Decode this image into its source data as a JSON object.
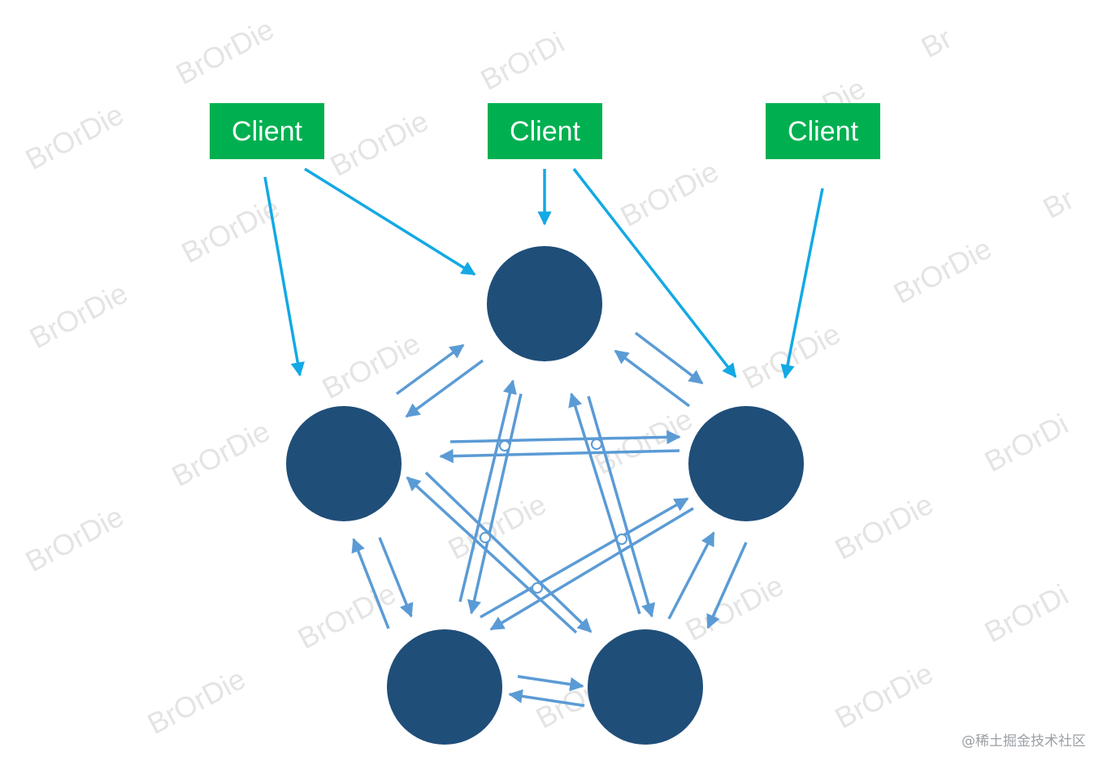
{
  "clients": [
    {
      "label": "Client"
    },
    {
      "label": "Client"
    },
    {
      "label": "Client"
    }
  ],
  "nodes": [
    {
      "id": "top"
    },
    {
      "id": "left"
    },
    {
      "id": "right"
    },
    {
      "id": "bottom-left"
    },
    {
      "id": "bottom-right"
    }
  ],
  "client_links": [
    [
      "client-1",
      "left"
    ],
    [
      "client-1",
      "top"
    ],
    [
      "client-2",
      "top"
    ],
    [
      "client-2",
      "right"
    ],
    [
      "client-3",
      "right"
    ]
  ],
  "peer_links": [
    [
      "top",
      "left"
    ],
    [
      "top",
      "right"
    ],
    [
      "top",
      "bottom-left"
    ],
    [
      "top",
      "bottom-right"
    ],
    [
      "left",
      "right"
    ],
    [
      "left",
      "bottom-left"
    ],
    [
      "left",
      "bottom-right"
    ],
    [
      "right",
      "bottom-left"
    ],
    [
      "right",
      "bottom-right"
    ],
    [
      "bottom-left",
      "bottom-right"
    ]
  ],
  "colors": {
    "client_fill": "#00b050",
    "node_fill": "#1f4e79",
    "client_arrow": "#13a9e4",
    "peer_arrow": "#5b9bd5",
    "watermark": "#d9d9d9"
  },
  "watermark": "BrOrDie",
  "watermark_partial": [
    "BrOrDi",
    "Br",
    "Die"
  ],
  "credit": "@稀土掘金技术社区"
}
